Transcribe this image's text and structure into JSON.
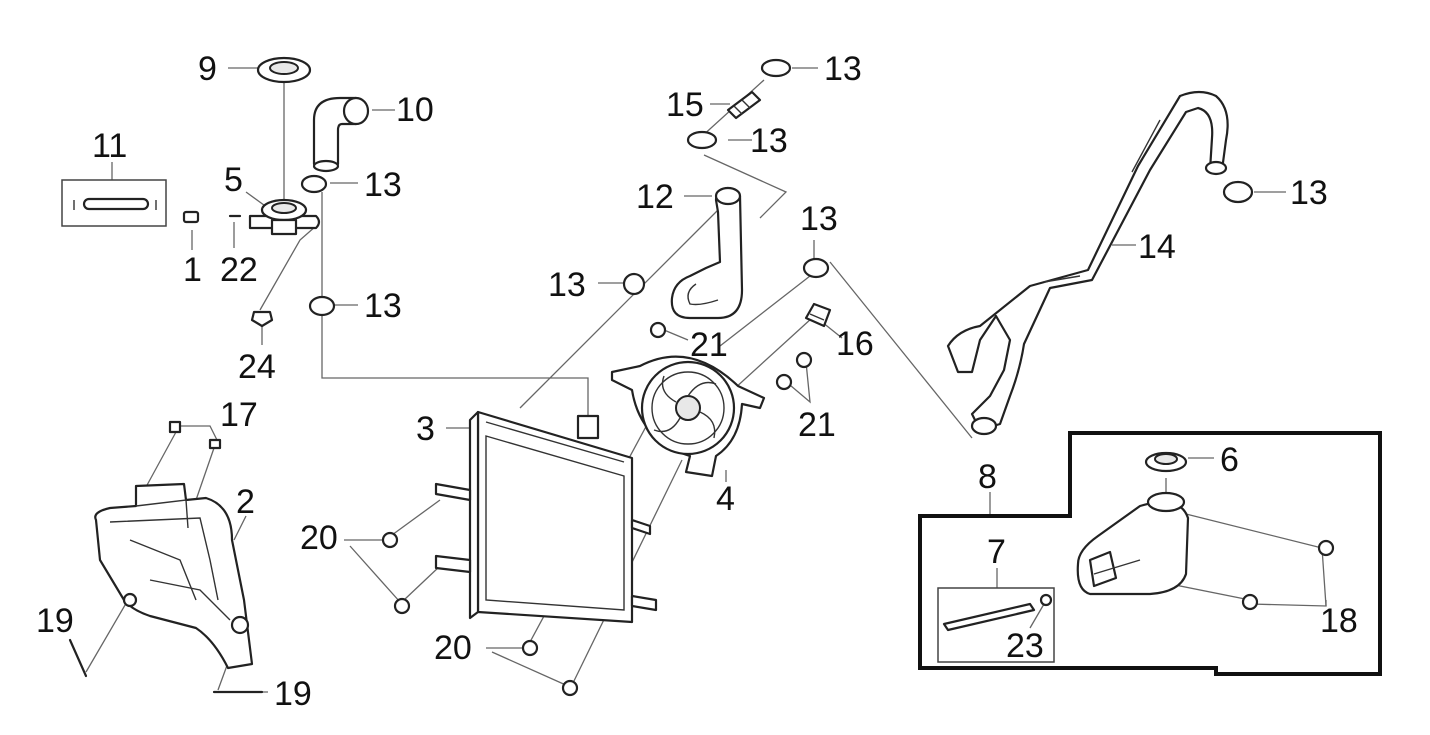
{
  "callouts": [
    {
      "id": "c9",
      "text": "9"
    },
    {
      "id": "c10",
      "text": "10"
    },
    {
      "id": "c11",
      "text": "11"
    },
    {
      "id": "c5",
      "text": "5"
    },
    {
      "id": "c13a",
      "text": "13"
    },
    {
      "id": "c1",
      "text": "1"
    },
    {
      "id": "c22",
      "text": "22"
    },
    {
      "id": "c13b",
      "text": "13"
    },
    {
      "id": "c24",
      "text": "24"
    },
    {
      "id": "c17",
      "text": "17"
    },
    {
      "id": "c2",
      "text": "2"
    },
    {
      "id": "c19a",
      "text": "19"
    },
    {
      "id": "c19b",
      "text": "19"
    },
    {
      "id": "c15",
      "text": "15"
    },
    {
      "id": "c13c",
      "text": "13"
    },
    {
      "id": "c13d",
      "text": "13"
    },
    {
      "id": "c12",
      "text": "12"
    },
    {
      "id": "c13e",
      "text": "13"
    },
    {
      "id": "c13f",
      "text": "13"
    },
    {
      "id": "c21a",
      "text": "21"
    },
    {
      "id": "c16",
      "text": "16"
    },
    {
      "id": "c21b",
      "text": "21"
    },
    {
      "id": "c3",
      "text": "3"
    },
    {
      "id": "c4",
      "text": "4"
    },
    {
      "id": "c20a",
      "text": "20"
    },
    {
      "id": "c20b",
      "text": "20"
    },
    {
      "id": "c14",
      "text": "14"
    },
    {
      "id": "c13g",
      "text": "13"
    },
    {
      "id": "c8",
      "text": "8"
    },
    {
      "id": "c6",
      "text": "6"
    },
    {
      "id": "c7",
      "text": "7"
    },
    {
      "id": "c23",
      "text": "23"
    },
    {
      "id": "c18",
      "text": "18"
    }
  ],
  "colors": {
    "line": "#222222",
    "leader": "#666666",
    "background": "#ffffff"
  }
}
